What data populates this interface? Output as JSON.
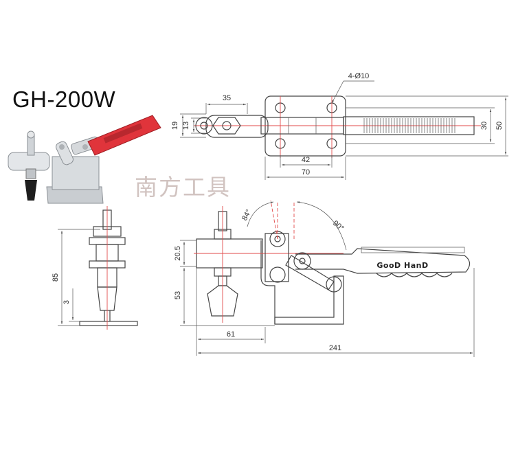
{
  "model": "GH-200W",
  "watermark": "南方工具",
  "brand_label": "GooD HanD",
  "dimensions": {
    "d35": "35",
    "d19": "19",
    "d13": "13",
    "hole": "4-Ø10",
    "d42": "42",
    "d70": "70",
    "d30": "30",
    "d50": "50",
    "angle84": "84°",
    "angle90": "90°",
    "d20_5": "20.5",
    "d53": "53",
    "d85": "85",
    "d3": "3",
    "d61": "61",
    "d241": "241"
  },
  "colors": {
    "handle": "#e0343b",
    "metal": "#d4d8dc",
    "line": "#444444",
    "centerline": "#e24a4a"
  }
}
